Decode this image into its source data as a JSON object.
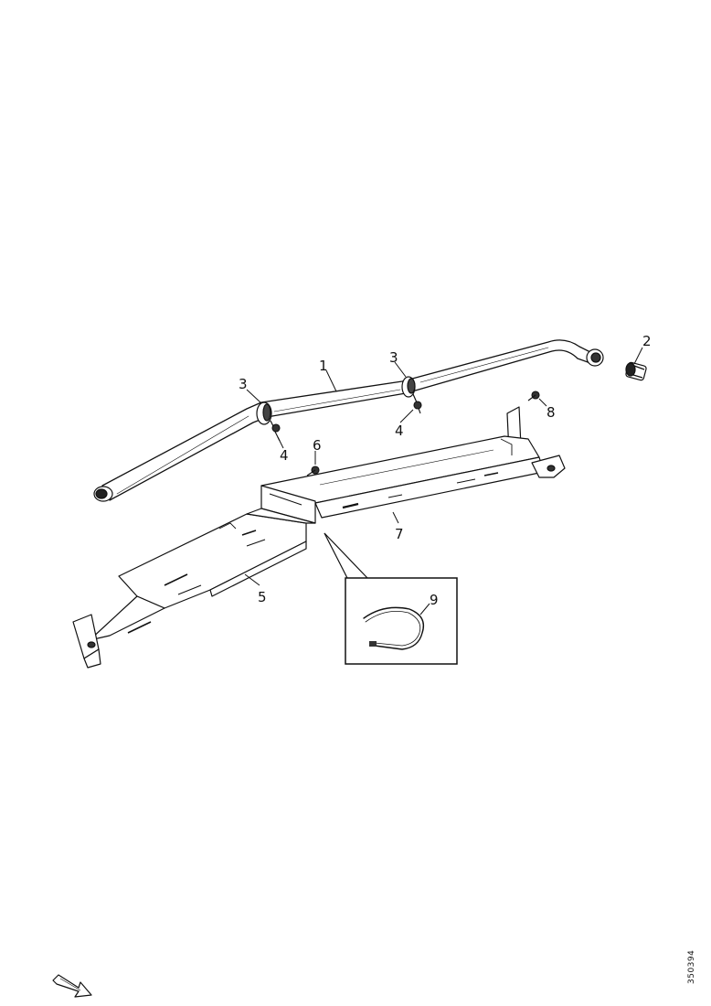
{
  "callouts": {
    "c1": "1",
    "c2": "2",
    "c3a": "3",
    "c3b": "3",
    "c4a": "4",
    "c4b": "4",
    "c5": "5",
    "c6": "6",
    "c7": "7",
    "c8": "8",
    "c9": "9"
  },
  "drawing_code": "350394",
  "colors": {
    "line": "#111111",
    "background": "#ffffff"
  }
}
